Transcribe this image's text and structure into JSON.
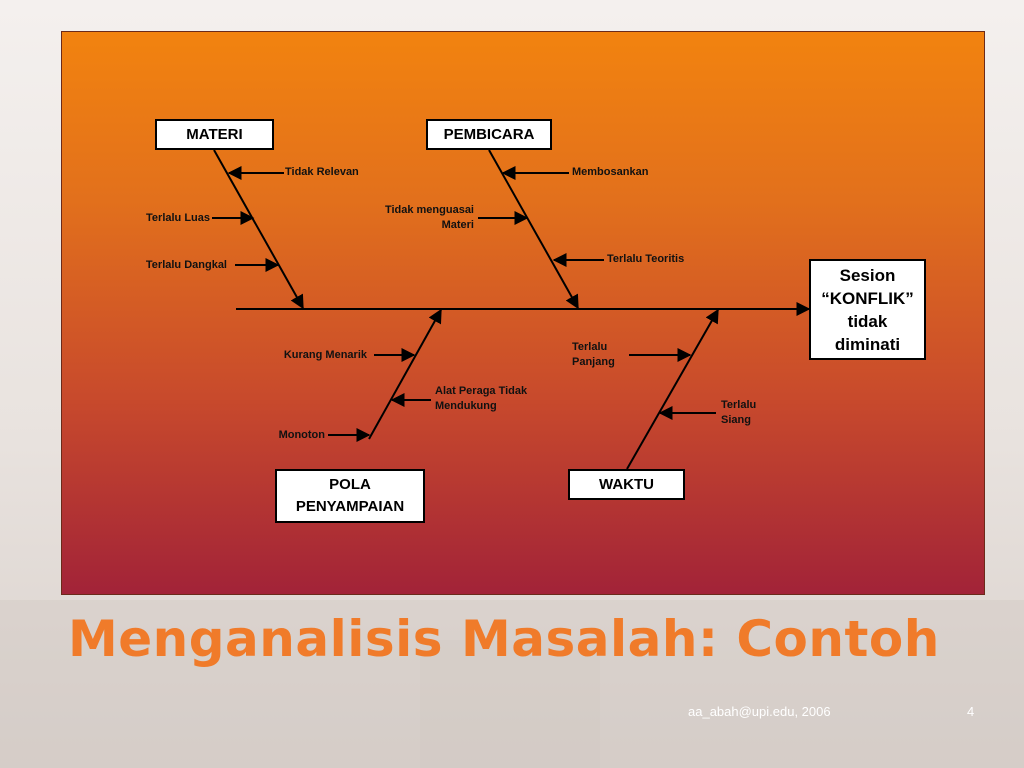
{
  "slide": {
    "title": "Menganalisis Masalah: Contoh",
    "footer": "aa_abah@upi.edu, 2006",
    "page_number": "4"
  },
  "diagram": {
    "type": "fishbone",
    "effect": [
      "Sesion",
      "“KONFLIK”",
      "tidak",
      "diminati"
    ],
    "categories": {
      "materi": {
        "label": "MATERI",
        "causes": [
          "Tidak Relevan",
          "Terlalu Luas",
          "Terlalu Dangkal"
        ]
      },
      "pembicara": {
        "label": "PEMBICARA",
        "causes": [
          "Membosankan",
          "Tidak menguasai Materi",
          "Terlalu Teoritis"
        ]
      },
      "pola": {
        "label": "POLA PENYAMPAIAN",
        "causes": [
          "Kurang Menarik",
          "Alat Peraga Tidak Mendukung",
          "Monoton"
        ]
      },
      "waktu": {
        "label": "WAKTU",
        "causes": [
          "Terlalu Panjang",
          "Terlalu Siang"
        ]
      }
    }
  },
  "colors": {
    "gradient_top": "#f2830f",
    "gradient_bottom": "#a22338",
    "title": "#f07b2a"
  }
}
